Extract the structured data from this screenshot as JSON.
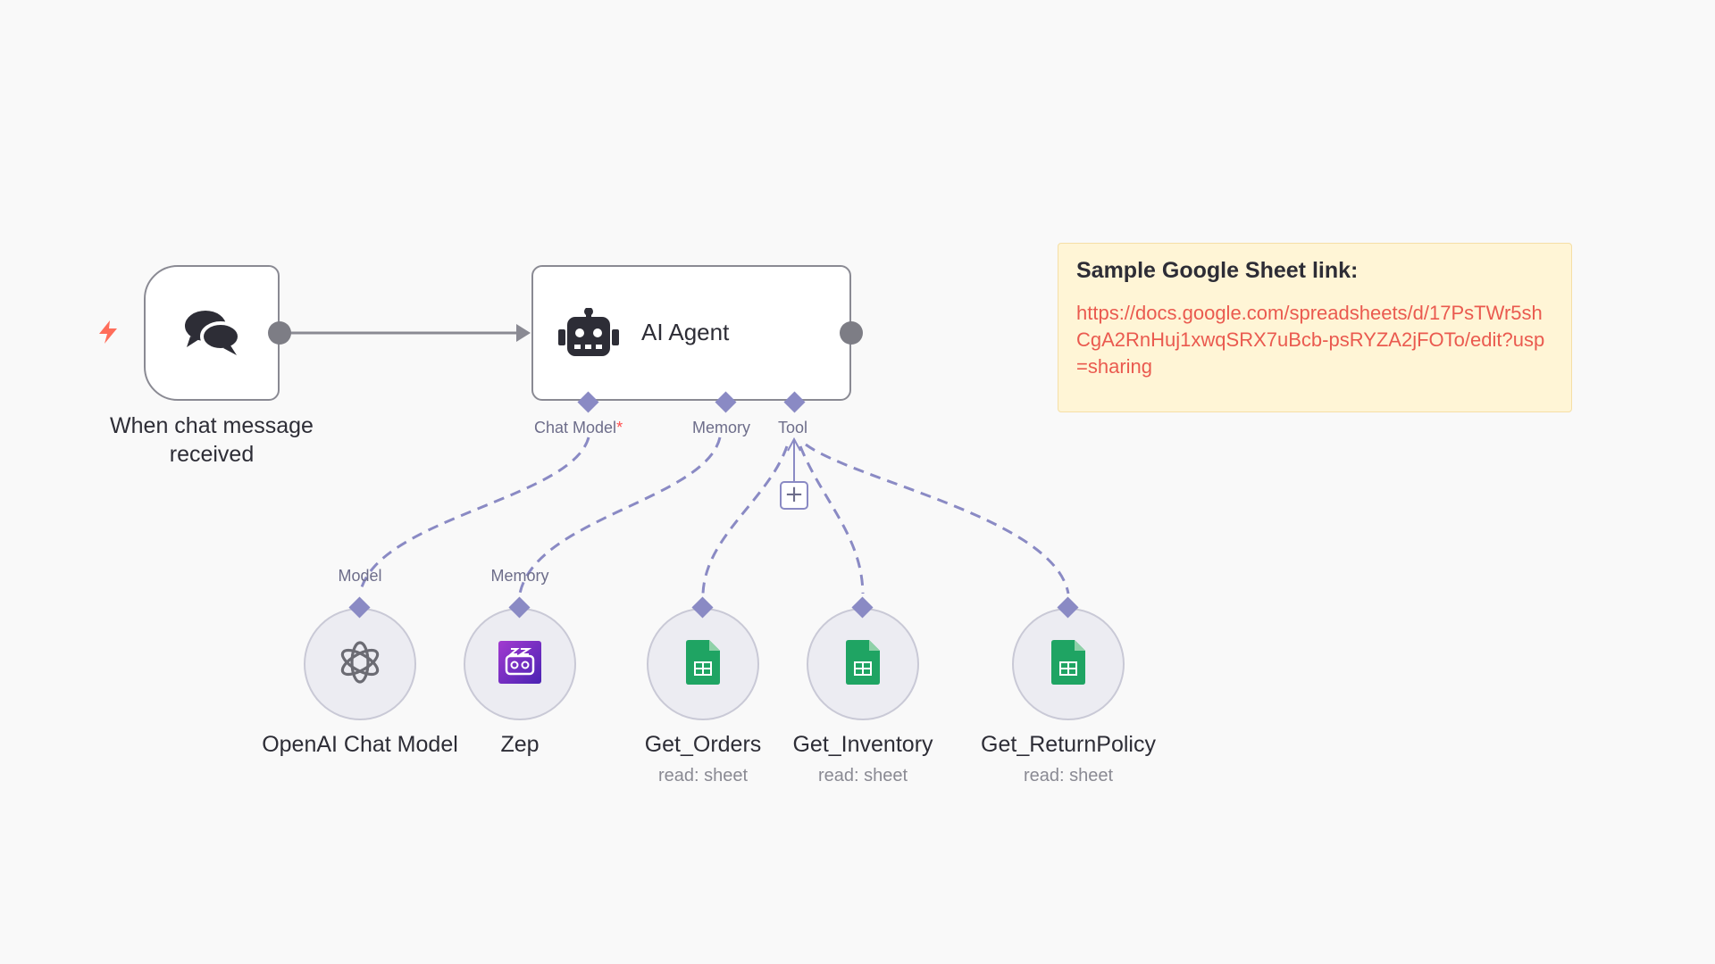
{
  "workflow": {
    "trigger": {
      "label": "When chat message received"
    },
    "agent": {
      "title": "AI Agent",
      "ports": {
        "chat_model": "Chat Model",
        "required_marker": "*",
        "memory": "Memory",
        "tool": "Tool"
      }
    },
    "sub_nodes": [
      {
        "label": "OpenAI Chat Model",
        "port": "Model",
        "sub": ""
      },
      {
        "label": "Zep",
        "port": "Memory",
        "sub": ""
      },
      {
        "label": "Get_Orders",
        "port": "",
        "sub": "read: sheet"
      },
      {
        "label": "Get_Inventory",
        "port": "",
        "sub": "read: sheet"
      },
      {
        "label": "Get_ReturnPolicy",
        "port": "",
        "sub": "read: sheet"
      }
    ],
    "add_tool_label": "+"
  },
  "sticky_note": {
    "title": "Sample Google Sheet link:",
    "link": "https://docs.google.com/spreadsheets/d/17PsTWr5shCgA2RnHuj1xwqSRX7uBcb-psRYZA2jFOTo/edit?usp=sharing"
  },
  "colors": {
    "canvas": "#f9f9f9",
    "node_border": "#8a8a93",
    "port_diamond": "#8a8ac4",
    "trigger_bolt": "#ff6d5a",
    "sheets_green": "#1fa463",
    "zep_purple": "#7b2fbf",
    "sticky_bg": "#fff5d6",
    "link": "#ea5a4f"
  },
  "icons": {
    "trigger": "chat-bubbles-icon",
    "agent": "robot-icon",
    "openai": "openai-icon",
    "zep": "zep-icon",
    "sheets": "google-sheets-icon",
    "bolt": "lightning-bolt-icon"
  }
}
